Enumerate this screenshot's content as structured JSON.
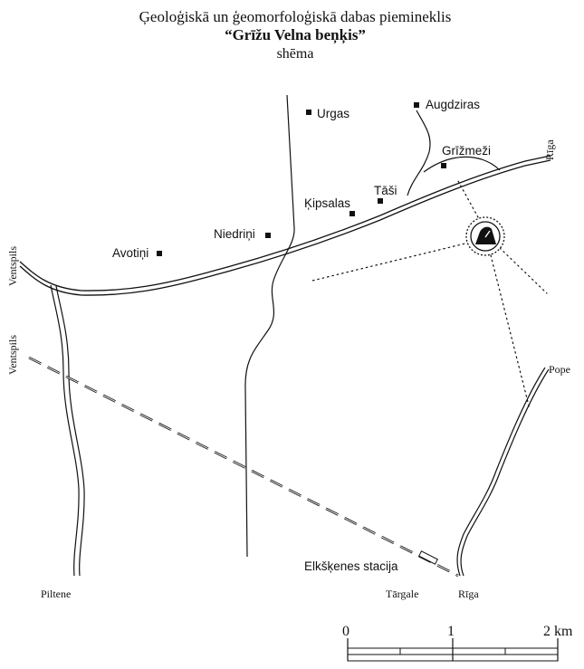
{
  "title": {
    "line1": "Ģeoloģiskā un ģeomorfoloģiskā dabas piemineklis",
    "line2": "“Grīžu Velna beņķis”",
    "line3": "shēma"
  },
  "places": {
    "urgas": "Urgas",
    "augdziras": "Augdziras",
    "grizmezi": "Grīžmeži",
    "tasi": "Tāši",
    "kipsalas": "Ķipsalas",
    "niedrini": "Niedriņi",
    "avotini": "Avotiņi",
    "station": "Elkšķenes stacija"
  },
  "directions": {
    "riga_road": "Rīga",
    "ventspils_road": "Ventspils",
    "ventspils_rail": "Ventspils",
    "pope": "Pope",
    "piltene": "Piltene",
    "targale": "Tārgale",
    "riga_rail": "Rīga"
  },
  "scale": {
    "tick0": "0",
    "tick1": "1",
    "tick2": "2 km"
  },
  "monument": {
    "icon": "stone-monument-icon",
    "color": "#111111"
  }
}
